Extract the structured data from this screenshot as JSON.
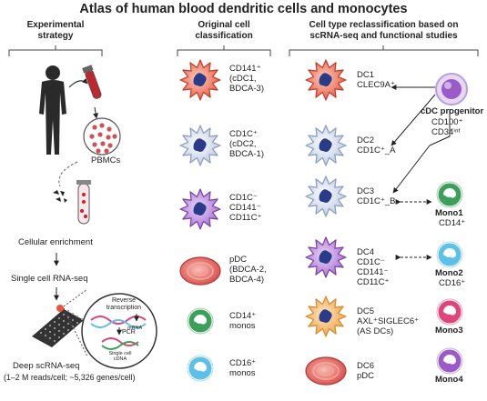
{
  "title": "Atlas of human blood dendritic cells and monocytes",
  "headers": {
    "col1": "Experimental\nstrategy",
    "col2": "Original cell\nclassification",
    "col3": "Cell type reclassification based on\nscRNA-seq and functional studies"
  },
  "strategy": {
    "pbmcs": "PBMCs",
    "enrichment": "Cellular enrichment",
    "scrna": "Single cell RNA-seq",
    "deep": "Deep scRNA-seq",
    "deep_detail": "(1–2 M reads/cell; ~5,326 genes/cell)",
    "reverse": "Reverse\ntranscription",
    "mrna": "mRNA",
    "pcr": "PCR",
    "single_cell_cdna": "Single cell\ncDNA"
  },
  "original": [
    {
      "label": "CD141⁺\n(cDC1,\nBDCA-3)",
      "color": "#e8553f"
    },
    {
      "label": "CD1C⁺\n(cDC2,\nBDCA-1)",
      "color": "#b9c8e0"
    },
    {
      "label": "CD1C⁻\nCD141⁻\nCD11C⁺",
      "color": "#a56bd0"
    },
    {
      "label": "pDC\n(BDCA-2,\nBDCA-4)",
      "color": "#e05a55"
    },
    {
      "label": "CD14⁺\nmonos",
      "color": "#3da05a"
    },
    {
      "label": "CD16⁺\nmonos",
      "color": "#5cc0e8"
    }
  ],
  "reclass": [
    {
      "name": "DC1",
      "markers": "CLEC9A⁺"
    },
    {
      "name": "DC2",
      "markers": "CD1C⁺_A"
    },
    {
      "name": "DC3",
      "markers": "CD1C⁺_B"
    },
    {
      "name": "DC4",
      "markers": "CD1C⁻\nCD141⁻\nCD11C⁺"
    },
    {
      "name": "DC5",
      "markers": "AXL⁺SIGLEC6⁺\n(AS DCs)"
    },
    {
      "name": "DC6",
      "markers": "pDC"
    }
  ],
  "progenitor": {
    "name": "cDC progenitor",
    "markers": "CD100⁺\nCD34ⁱⁿᵗ"
  },
  "monos": [
    {
      "name": "Mono1",
      "markers": "CD14⁺",
      "color": "#3da05a"
    },
    {
      "name": "Mono2",
      "markers": "CD16⁺",
      "color": "#5cc0e8"
    },
    {
      "name": "Mono3",
      "markers": "",
      "color": "#e0457a"
    },
    {
      "name": "Mono4",
      "markers": "",
      "color": "#9a5bc8"
    }
  ]
}
